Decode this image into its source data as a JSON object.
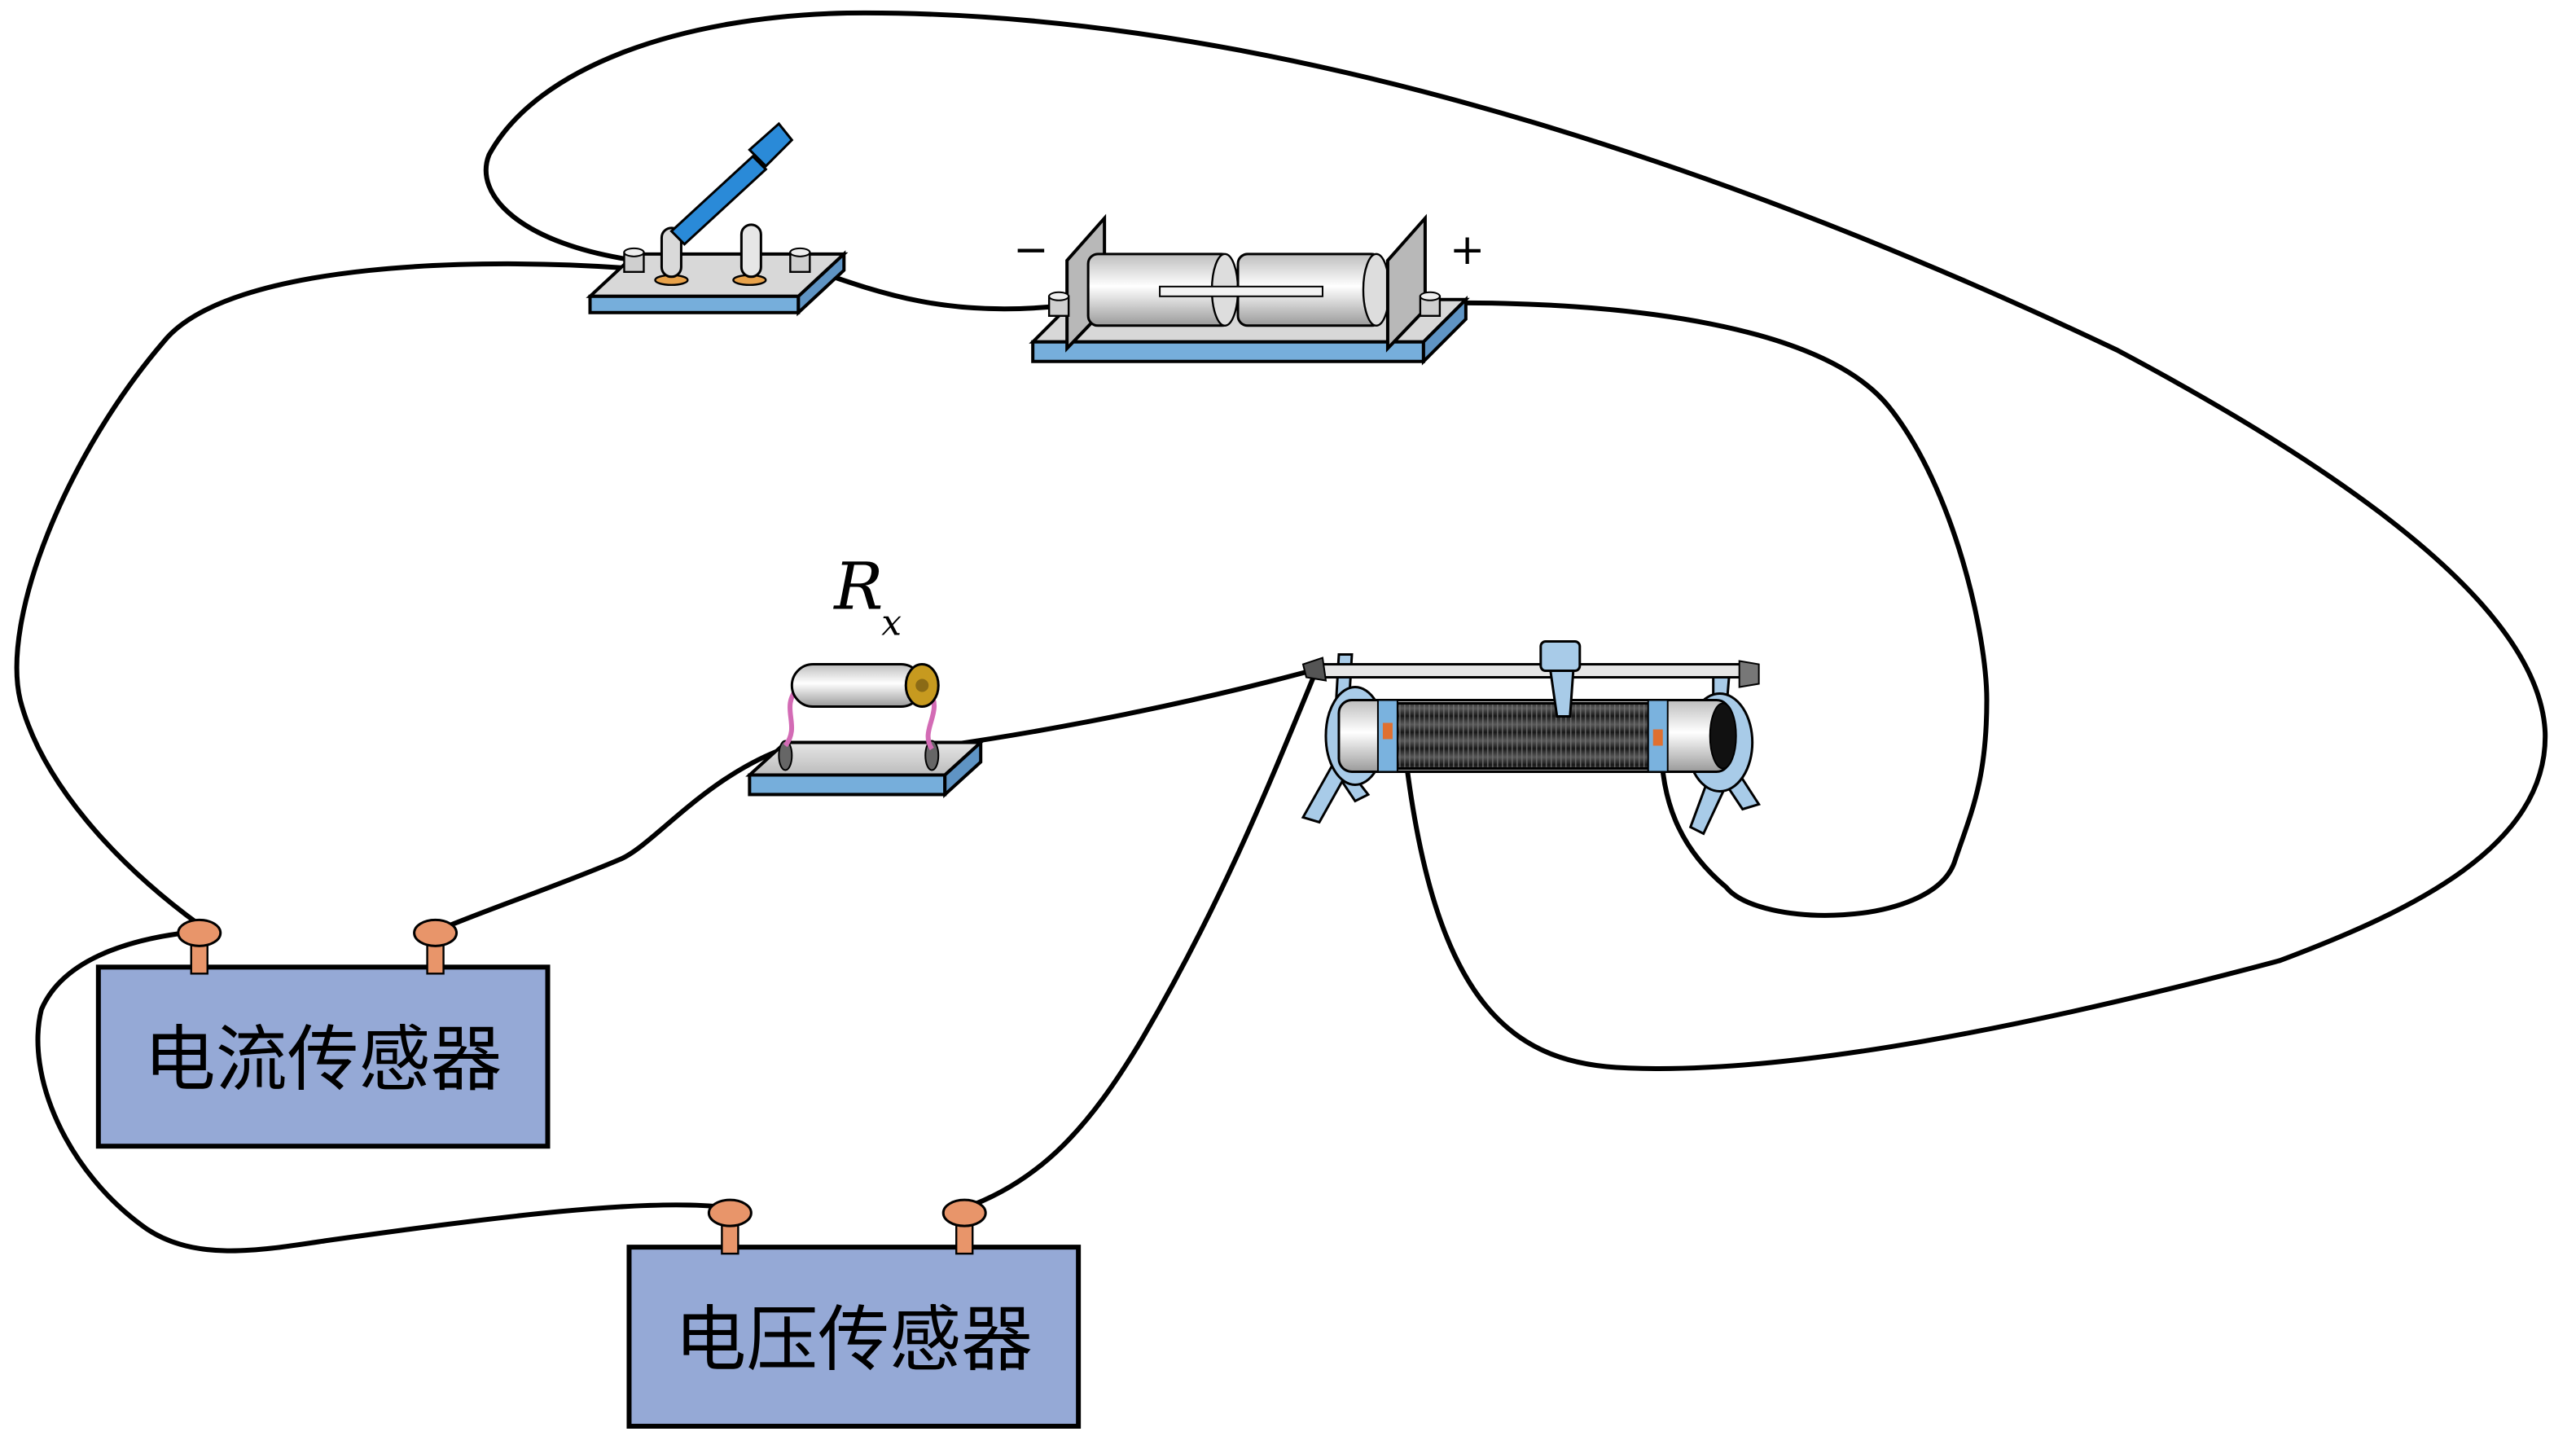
{
  "labels": {
    "current_sensor": "电流传感器",
    "voltage_sensor": "电压传感器",
    "resistor_symbol": "R",
    "resistor_subscript": "x",
    "battery_negative": "−",
    "battery_positive": "+"
  },
  "colors": {
    "sensor_fill": "#95a9d6",
    "base_plate": "#76aedb",
    "terminal_copper": "#e8956a",
    "switch_handle": "#2a8ad8",
    "rheostat_coil": "#2c2c2c",
    "resistor_lead": "#d36bb5",
    "wire": "#000000"
  }
}
